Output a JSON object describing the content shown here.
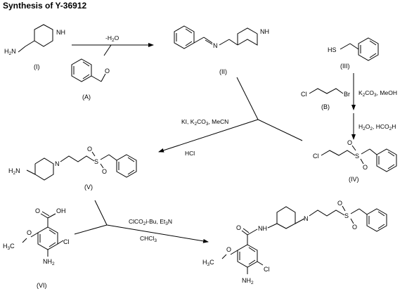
{
  "title": "Synthesis of Y-36912",
  "compounds": {
    "I": {
      "label": "(I)",
      "atoms": {
        "nh": "NH",
        "h2n_main": "H",
        "h2n_sub": "2",
        "h2n_n": "N"
      }
    },
    "A": {
      "label": "(A)",
      "atoms": {
        "o": "O"
      }
    },
    "II": {
      "label": "(II)",
      "atoms": {
        "n": "N",
        "nh": "NH"
      }
    },
    "III": {
      "label": "(III)",
      "atoms": {
        "hs": "HS"
      }
    },
    "B": {
      "label": "(B)",
      "atoms": {
        "cl": "Cl",
        "br": "Br"
      }
    },
    "IV": {
      "label": "(IV)",
      "atoms": {
        "cl": "Cl",
        "s": "S",
        "o1": "O",
        "o2": "O"
      }
    },
    "V": {
      "label": "(V)",
      "atoms": {
        "n": "N",
        "s": "S",
        "o1": "O",
        "o2": "O",
        "h2n_h": "H",
        "h2n_sub": "2",
        "h2n_n": "N"
      }
    },
    "VI": {
      "label": "(VI)",
      "atoms": {
        "oh": "OH",
        "o": "O",
        "h3c_h": "H",
        "h3c_sub": "3",
        "h3c_c": "C",
        "ome_o": "O",
        "cl": "Cl",
        "nh2_nh": "NH",
        "nh2_sub": "2"
      }
    },
    "product": {
      "atoms": {
        "o": "O",
        "nh": "NH",
        "n": "N",
        "s": "S",
        "o1": "O",
        "o2": "O",
        "h3c_h": "H",
        "h3c_sub": "3",
        "h3c_c": "C",
        "ome_o": "O",
        "cl": "Cl",
        "nh2_nh": "NH",
        "nh2_sub": "2"
      }
    }
  },
  "conditions": {
    "step1": {
      "minus": "-H",
      "sub": "2",
      "o": "O"
    },
    "step2": {
      "k2co3_a": "K",
      "k2co3_sub1": "2",
      "k2co3_b": "CO",
      "k2co3_sub2": "3",
      "rest": ", MeOH"
    },
    "step3": {
      "h2o2_a": "H",
      "h2o2_sub1": "2",
      "h2o2_b": "O",
      "h2o2_sub2": "2",
      "rest": ", HCO",
      "sub3": "2",
      "end": "H"
    },
    "step4": {
      "ki": "KI, K",
      "sub1": "2",
      "co": "CO",
      "sub2": "3",
      "rest": ", MeCN",
      "hcl": "HCl"
    },
    "step5": {
      "a": "ClCO",
      "sub1": "2",
      "b": "i-Bu, Et",
      "sub2": "3",
      "c": "N",
      "chcl_a": "CHCl",
      "chcl_sub": "3"
    }
  }
}
